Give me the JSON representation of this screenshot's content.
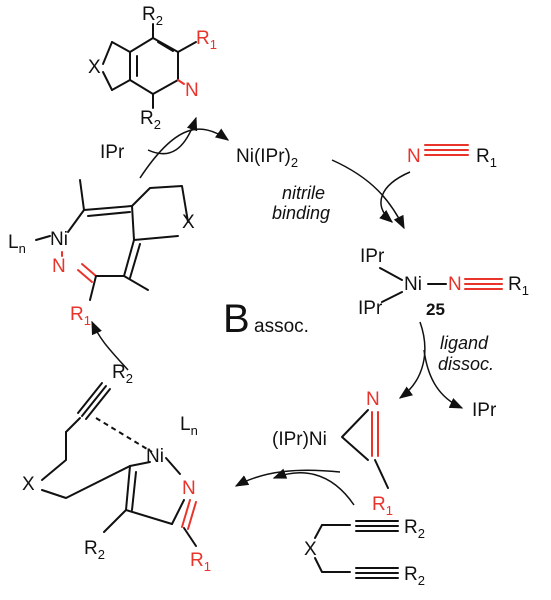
{
  "colors": {
    "ink": "#111111",
    "hetero": "#e8342b"
  },
  "labels": {
    "ni_ipr2": "Ni(IPr)",
    "ni_ipr2_sub": "2",
    "nitrile_binding_1": "nitrile",
    "nitrile_binding_2": "binding",
    "ligand_dissoc_1": "ligand",
    "ligand_dissoc_2": "dissoc.",
    "ipr": "IPr",
    "ipr_ni": "(IPr)Ni",
    "compound_num": "25",
    "cycle_letter": "B",
    "cycle_sub": "assoc.",
    "atom_N": "N",
    "atom_Ni": "Ni",
    "atom_X": "X",
    "atom_R": "R",
    "atom_L": "L",
    "sub_1": "1",
    "sub_2": "2",
    "sub_n": "n"
  }
}
